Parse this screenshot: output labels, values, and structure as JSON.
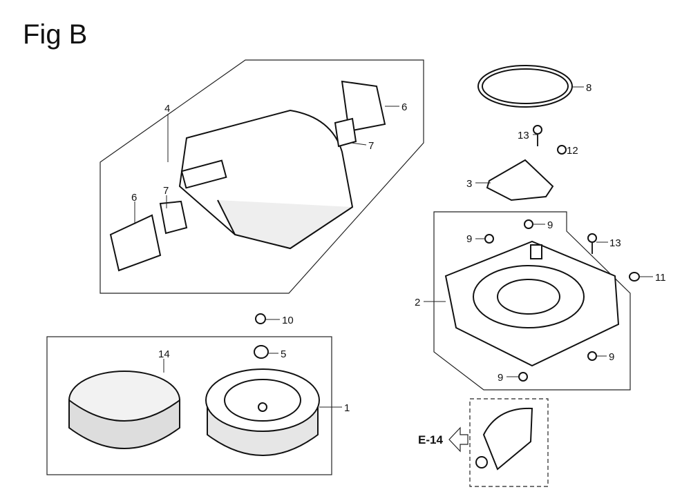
{
  "figure": {
    "title": "Fig B",
    "reference": {
      "label": "E-14",
      "icon": "arrow-left-icon"
    },
    "callouts": [
      "4",
      "6",
      "7",
      "7",
      "6",
      "8",
      "13",
      "12",
      "3",
      "9",
      "9",
      "13",
      "11",
      "2",
      "9",
      "9",
      "10",
      "5",
      "14",
      "1"
    ]
  }
}
